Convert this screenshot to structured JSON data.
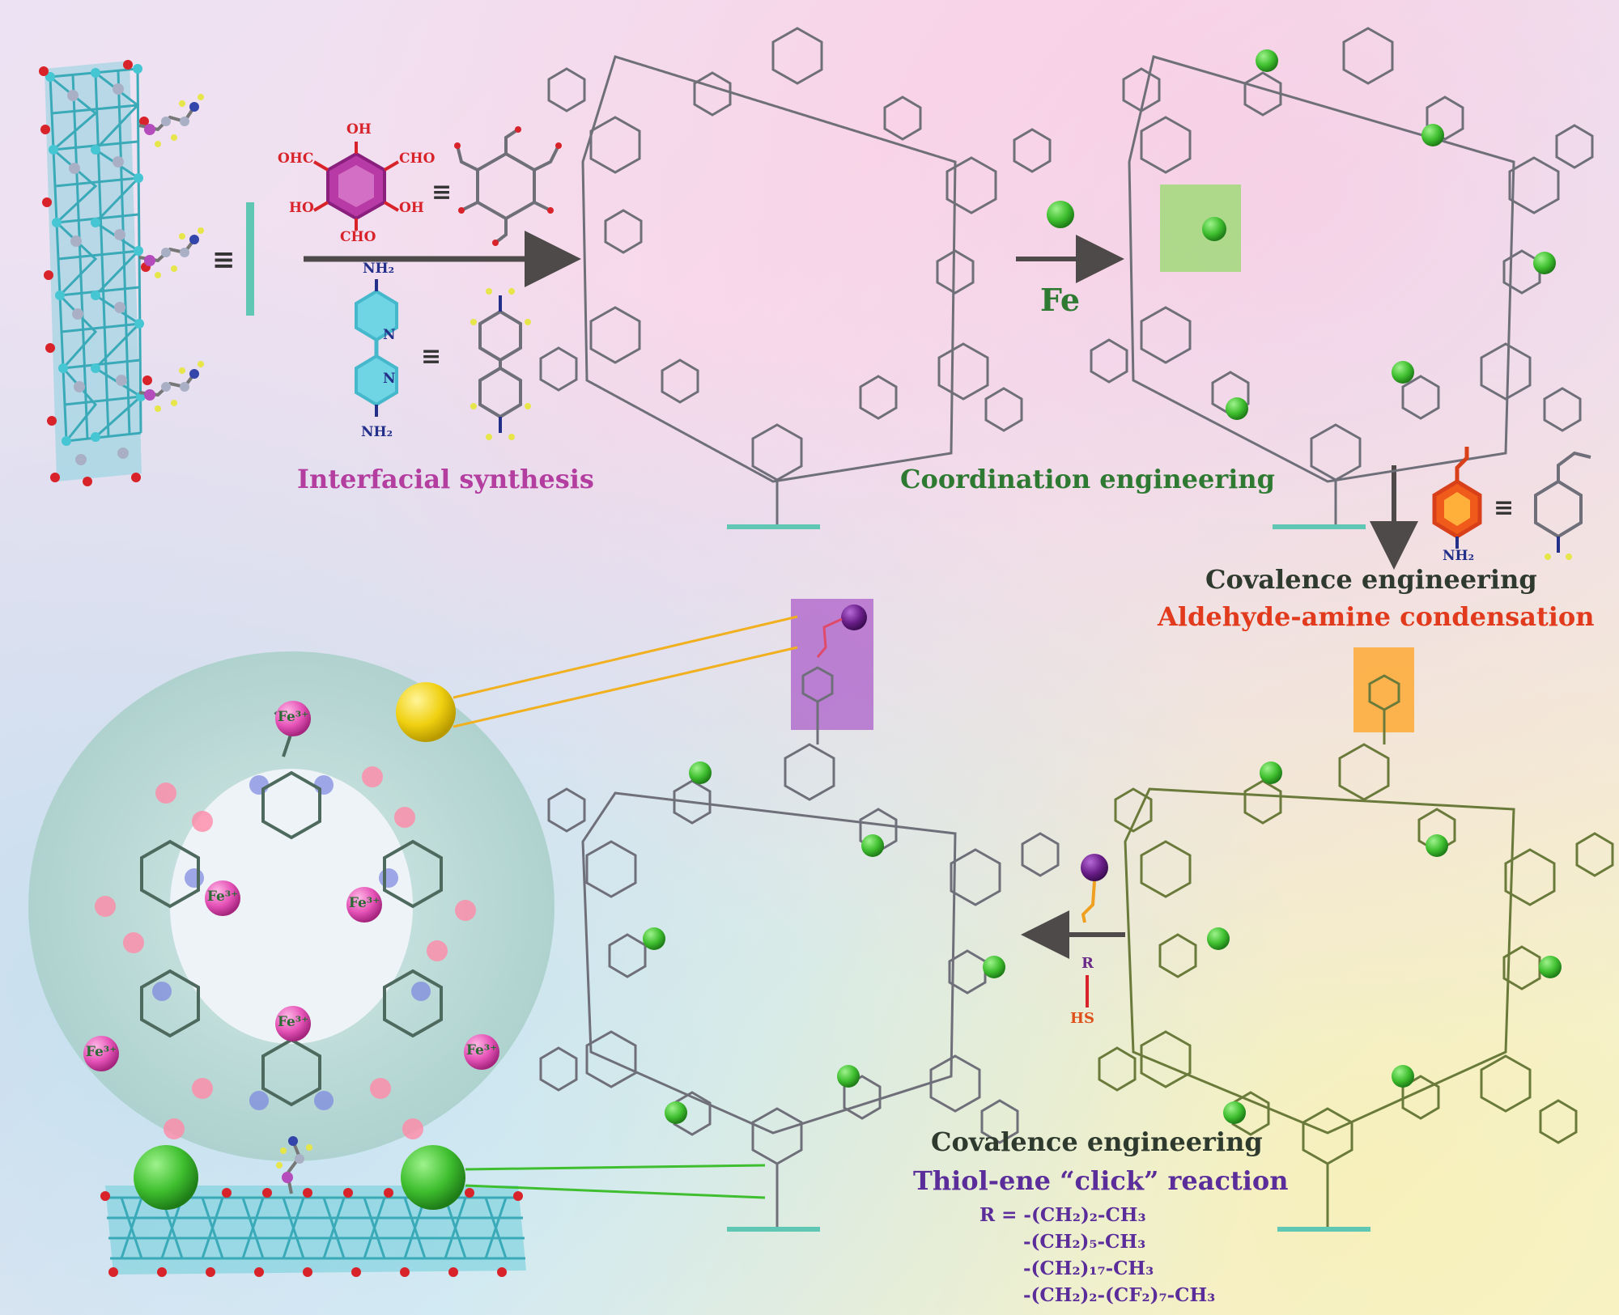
{
  "labels": {
    "interfacial_synthesis": "Interfacial synthesis",
    "coordination_engineering": "Coordination engineering",
    "fe": "Fe",
    "covalence_engineering_1": "Covalence engineering",
    "aldehyde_amine": "Aldehyde-amine condensation",
    "covalence_engineering_2": "Covalence engineering",
    "thiol_ene": "Thiol-ene “click” reaction"
  },
  "r_groups": [
    "R = -(CH₂)₂-CH₃",
    "-(CH₂)₅-CH₃",
    "-(CH₂)₁₇-CH₃",
    "-(CH₂)₂-(CF₂)₇-CH₃"
  ],
  "chem": {
    "aldehyde_monomer": {
      "oh_top": "OH",
      "cho_left": "OHC",
      "cho_right": "CHO",
      "ho_left": "HO",
      "oh_right": "OH",
      "cho_bottom": "CHO"
    },
    "amine_monomer": {
      "nh2_top": "NH₂",
      "n_top": "N",
      "n_bottom": "N",
      "nh2_bottom": "NH₂"
    },
    "vinyl_aniline": {
      "nh2": "NH₂"
    },
    "thiol": {
      "r": "R",
      "hs": "HS"
    },
    "fe_ion": "Fe³⁺",
    "equiv": "≡"
  },
  "colors": {
    "substrate_cyan": "#46c5d2",
    "substrate_grey": "#a9b0c6",
    "oxygen_red": "#d8232a",
    "fe_green": "#3fbf2f",
    "thiol_purple": "#6b1f8a",
    "arrow_grey": "#4e4a4a",
    "bond_grey": "#6f6f7a",
    "anchor_teal": "#5fc7b4"
  }
}
